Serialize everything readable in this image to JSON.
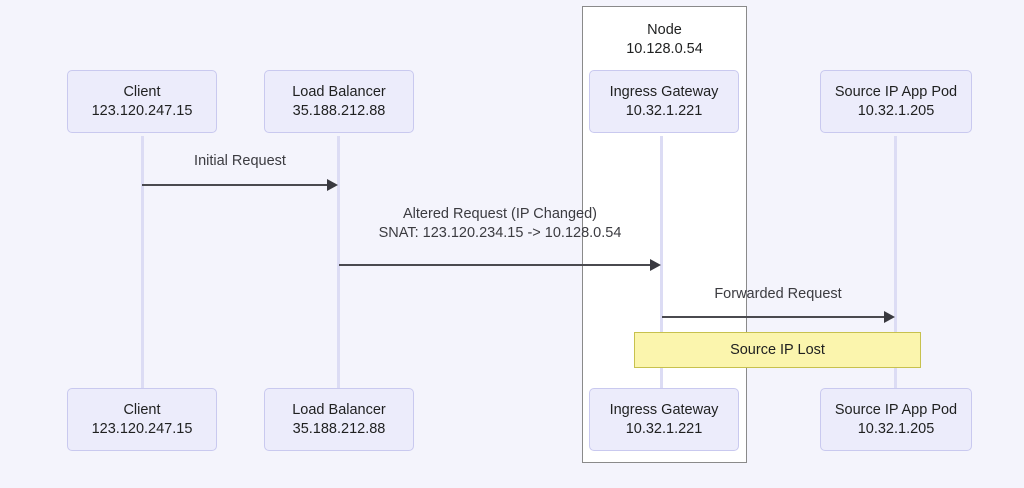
{
  "diagram": {
    "type": "sequence-diagram",
    "background_color": "#f4f4fc",
    "actor_fill": "#ececfb",
    "actor_border": "#c9c9ef",
    "lifeline_color": "#dcdcf4",
    "arrow_color": "#4a4a4f",
    "note_fill": "#fbf5ad",
    "note_border": "#c7c14e"
  },
  "group": {
    "label": "Node\n10.128.0.54",
    "name": "Node",
    "ip": "10.128.0.54"
  },
  "participants": [
    {
      "id": "client",
      "name": "Client",
      "ip": "123.120.247.15",
      "label": "Client\n123.120.247.15"
    },
    {
      "id": "load-balancer",
      "name": "Load Balancer",
      "ip": "35.188.212.88",
      "label": "Load Balancer\n35.188.212.88"
    },
    {
      "id": "ingress-gateway",
      "name": "Ingress Gateway",
      "ip": "10.32.1.221",
      "label": "Ingress Gateway\n10.32.1.221"
    },
    {
      "id": "source-ip-app-pod",
      "name": "Source IP App Pod",
      "ip": "10.32.1.205",
      "label": "Source IP App Pod\n10.32.1.205"
    }
  ],
  "messages": [
    {
      "id": "initial-request",
      "label": "Initial Request",
      "from": "client",
      "to": "load-balancer"
    },
    {
      "id": "altered-request",
      "label": "Altered Request (IP Changed)\nSNAT: 123.120.234.15 -> 10.128.0.54",
      "line1": "Altered Request (IP Changed)",
      "line2": "SNAT: 123.120.234.15 -> 10.128.0.54",
      "from": "load-balancer",
      "to": "ingress-gateway"
    },
    {
      "id": "forwarded-request",
      "label": "Forwarded Request",
      "from": "ingress-gateway",
      "to": "source-ip-app-pod"
    }
  ],
  "notes": [
    {
      "id": "source-ip-lost",
      "label": "Source IP Lost"
    }
  ]
}
